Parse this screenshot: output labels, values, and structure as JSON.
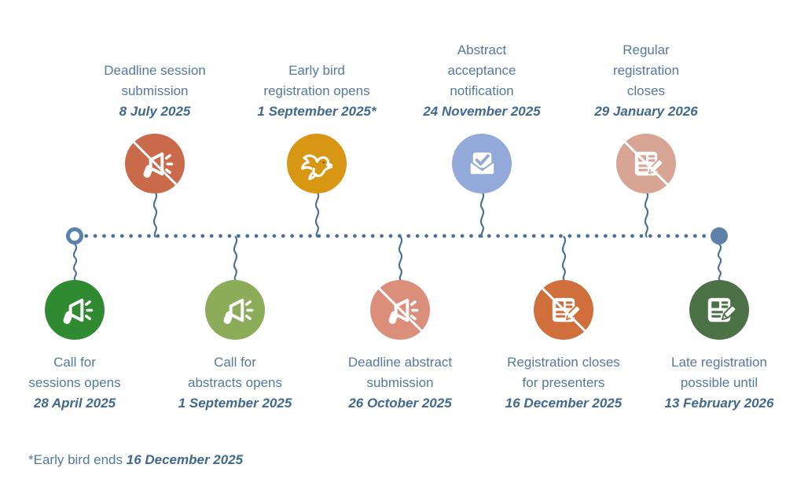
{
  "timeline": {
    "line_color": "#4a6f9b",
    "start_marker": "open-ring",
    "start_marker_color": "#5b82ad",
    "end_marker": "solid-dot",
    "end_marker_color": "#5d81a9"
  },
  "text_colors": {
    "label": "#54789e",
    "date": "#40688f"
  },
  "events": [
    {
      "row": "top",
      "label": "Deadline session\nsubmission",
      "date": "8 July 2025",
      "icon": "megaphone-icon",
      "crossed": true,
      "color": "#c96a4a"
    },
    {
      "row": "top",
      "label": "Early bird\nregistration opens",
      "date": "1 September 2025*",
      "icon": "bird-icon",
      "crossed": false,
      "color": "#d79712"
    },
    {
      "row": "top",
      "label": "Abstract\nacceptance\nnotification",
      "date": "24 November 2025",
      "icon": "mail-check-icon",
      "crossed": false,
      "color": "#93a9d9"
    },
    {
      "row": "top",
      "label": "Regular\nregistration\ncloses",
      "date": "29 January 2026",
      "icon": "form-pencil-icon",
      "crossed": true,
      "color": "#d8a493"
    },
    {
      "row": "bottom",
      "label": "Call for\nsessions opens",
      "date": "28 April 2025",
      "icon": "megaphone-icon",
      "crossed": false,
      "color": "#2f8a32"
    },
    {
      "row": "bottom",
      "label": "Call for\nabstracts opens",
      "date": "1 September 2025",
      "icon": "megaphone-icon",
      "crossed": false,
      "color": "#8cac5a"
    },
    {
      "row": "bottom",
      "label": "Deadline abstract\nsubmission",
      "date": "26 October 2025",
      "icon": "megaphone-icon",
      "crossed": true,
      "color": "#db8f7b"
    },
    {
      "row": "bottom",
      "label": "Registration closes\nfor presenters",
      "date": "16 December 2025",
      "icon": "form-pencil-icon",
      "crossed": true,
      "color": "#d06f3c"
    },
    {
      "row": "bottom",
      "label": "Late registration\npossible until",
      "date": "13 February 2026",
      "icon": "form-pencil-icon",
      "crossed": false,
      "color": "#4c7147"
    }
  ],
  "footnote": {
    "prefix": "*Early bird ends ",
    "date": "16 December 2025"
  }
}
